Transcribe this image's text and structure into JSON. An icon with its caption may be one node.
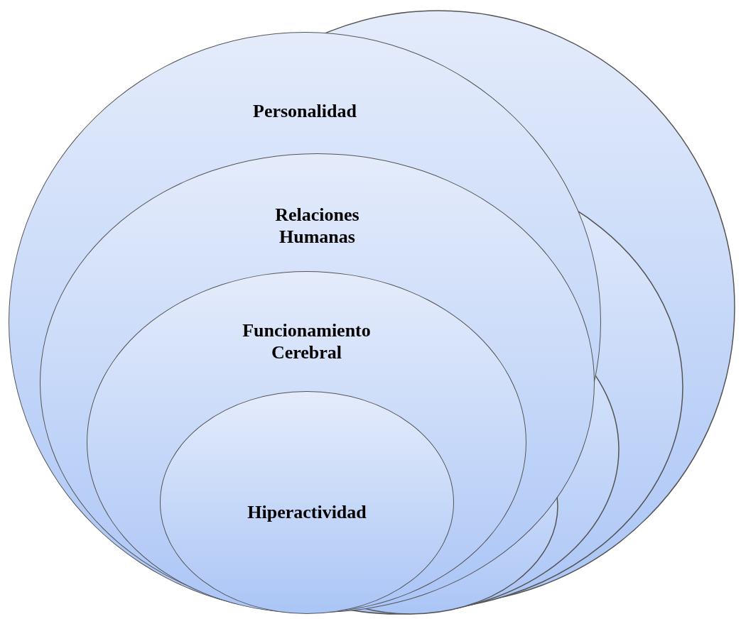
{
  "diagram": {
    "nodes": [
      {
        "text": [
          "Personalidad"
        ]
      },
      {
        "text": [
          "Relaciones Humanas"
        ],
        "in": 0
      },
      {
        "text": [
          "Funcionamiento Cerebral"
        ],
        "in": 1
      },
      {
        "text": [
          "Hiperactividad"
        ],
        "in": 2
      }
    ]
  }
}
